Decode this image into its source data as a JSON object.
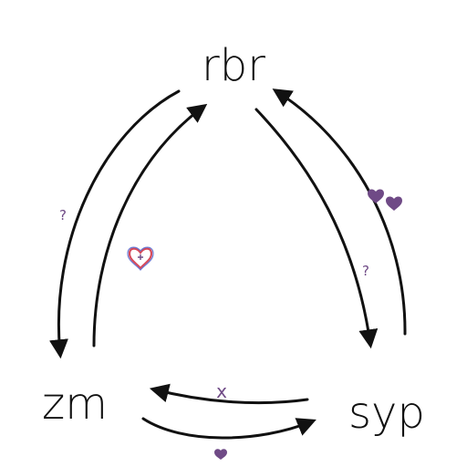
{
  "nodes": {
    "top": "rbr",
    "left": "zm",
    "right": "syp"
  },
  "marks": {
    "question": "?",
    "cross": "x"
  },
  "colors": {
    "ink": "#111111",
    "mark": "#6f4a86",
    "heart_outline_red": "#d64a5a",
    "heart_outline_blue": "#5c6fd1"
  },
  "edges": [
    {
      "from": "rbr",
      "to": "zm",
      "mark": "?"
    },
    {
      "from": "zm",
      "to": "rbr",
      "mark": "heart-outline"
    },
    {
      "from": "rbr",
      "to": "syp",
      "mark": "?"
    },
    {
      "from": "syp",
      "to": "rbr",
      "mark": "two-hearts"
    },
    {
      "from": "syp",
      "to": "zm",
      "mark": "x"
    },
    {
      "from": "zm",
      "to": "syp",
      "mark": "heart"
    }
  ]
}
